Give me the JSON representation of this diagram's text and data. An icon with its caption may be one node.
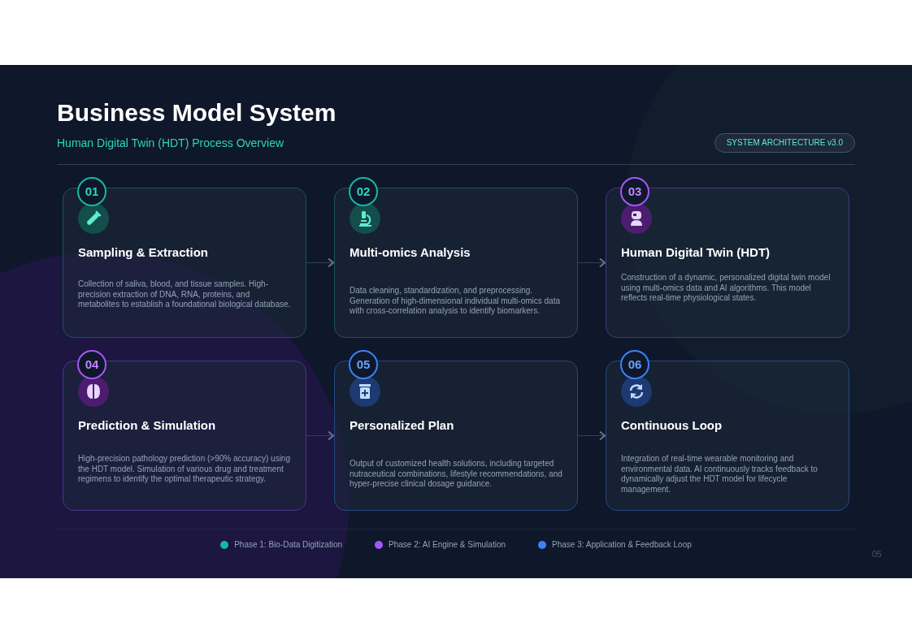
{
  "diagram": {
    "title": "Business Model System",
    "caption": "Human Digital Twin (HDT) Process Overview",
    "nodes": [
      {
        "text": [
          "01",
          "Sampling & Extraction",
          "Collection of saliva, blood, and tissue samples. High-precision extraction of DNA, RNA, proteins, and metabolites to establish a foundational biological database."
        ]
      },
      {
        "text": [
          "02",
          "Multi-omics Analysis",
          "Data cleaning, standardization, and preprocessing. Generation of high-dimensional individual multi-omics data with cross-correlation analysis to identify biomarkers."
        ]
      },
      {
        "text": [
          "03",
          "Human Digital Twin (HDT)",
          "Construction of a dynamic, personalized digital twin model using multi-omics data and AI algorithms. This model reflects real-time physiological states."
        ]
      },
      {
        "text": [
          "04",
          "Prediction & Simulation",
          "High-precision pathology prediction (>90% accuracy) using the HDT model. Simulation of various drug and treatment regimens to identify the optimal therapeutic strategy."
        ]
      },
      {
        "text": [
          "05",
          "Personalized Plan",
          "Output of customized health solutions, including targeted nutraceutical combinations, lifestyle recommendations, and hyper-precise clinical dosage guidance."
        ]
      },
      {
        "text": [
          "06",
          "Continuous Loop",
          "Integration of real-time wearable monitoring and environmental data. AI continuously tracks feedback to dynamically adjust the HDT model for lifecycle management."
        ]
      }
    ],
    "edges": [
      {
        "from": 0,
        "to": 1,
        "arrow": "to"
      },
      {
        "from": 1,
        "to": 2,
        "arrow": "to"
      },
      {
        "from": 3,
        "to": 4,
        "arrow": "to"
      },
      {
        "from": 4,
        "to": 5,
        "arrow": "to"
      }
    ],
    "labels": [
      "SYSTEM ARCHITECTURE v3.0",
      "05"
    ],
    "legend": [
      {
        "text": "Phase 1: Bio-Data Digitization",
        "color": "#14b8a6"
      },
      {
        "text": "Phase 2: AI Engine & Simulation",
        "color": "#a855f7"
      },
      {
        "text": "Phase 3: Application & Feedback Loop",
        "color": "#3b82f6"
      }
    ]
  }
}
